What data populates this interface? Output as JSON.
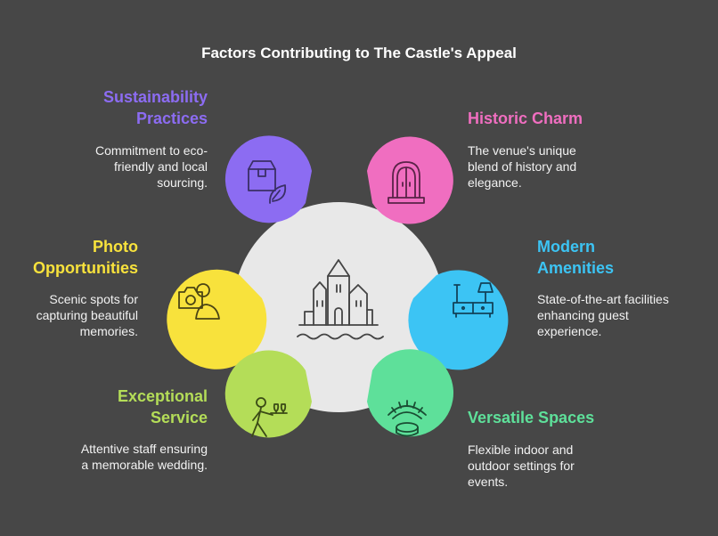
{
  "title": "Factors Contributing to The Castle's Appeal",
  "center": {
    "icon": "castle-icon",
    "color": "#e8e8e8"
  },
  "factors": [
    {
      "id": "sustainability",
      "heading": [
        "Sustainability",
        "Practices"
      ],
      "description": [
        "Commitment to eco-",
        "friendly and local",
        "sourcing."
      ],
      "color": "#8c6cf2",
      "icon": "box-leaf-icon"
    },
    {
      "id": "historic",
      "heading": [
        "Historic Charm"
      ],
      "description": [
        "The venue's unique",
        "blend of history and",
        "elegance."
      ],
      "color": "#f06ec0",
      "icon": "arched-window-icon"
    },
    {
      "id": "photo",
      "heading": [
        "Photo",
        "Opportunities"
      ],
      "description": [
        "Scenic spots for",
        "capturing beautiful",
        "memories."
      ],
      "color": "#f8e23c",
      "icon": "camera-person-icon"
    },
    {
      "id": "modern",
      "heading": [
        "Modern",
        "Amenities"
      ],
      "description": [
        "State-of-the-art facilities",
        "enhancing guest",
        "experience."
      ],
      "color": "#3cc4f4",
      "icon": "furniture-icon"
    },
    {
      "id": "service",
      "heading": [
        "Exceptional",
        "Service"
      ],
      "description": [
        "Attentive staff ensuring",
        "a memorable wedding."
      ],
      "color": "#b4dd58",
      "icon": "waiter-icon"
    },
    {
      "id": "versatile",
      "heading": [
        "Versatile Spaces"
      ],
      "description": [
        "Flexible indoor and",
        "outdoor settings for",
        "events."
      ],
      "color": "#5ee09a",
      "icon": "stadium-icon"
    }
  ]
}
